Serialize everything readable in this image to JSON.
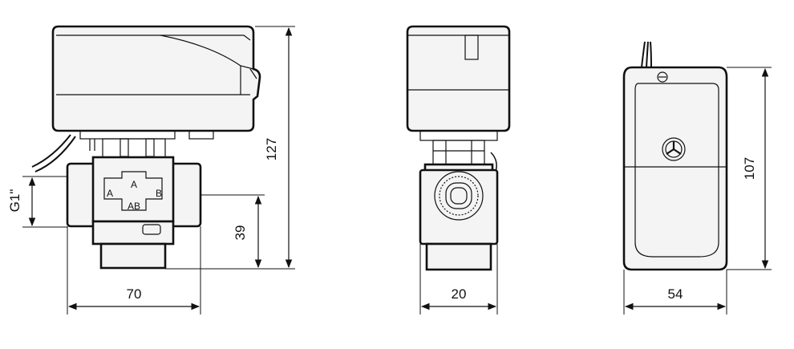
{
  "drawing": {
    "front_view": {
      "width_dim": "70",
      "port_height_dim": "39",
      "total_height_dim": "127",
      "thread_label": "G1\"",
      "ports": {
        "top": "A",
        "left": "A",
        "right": "B",
        "bottom": "AB"
      }
    },
    "side_view": {
      "width_dim": "20"
    },
    "top_view": {
      "width_dim": "54",
      "length_dim": "107"
    },
    "colors": {
      "line": "#111111",
      "fill": "#f4f4f4",
      "background": "#ffffff"
    }
  }
}
